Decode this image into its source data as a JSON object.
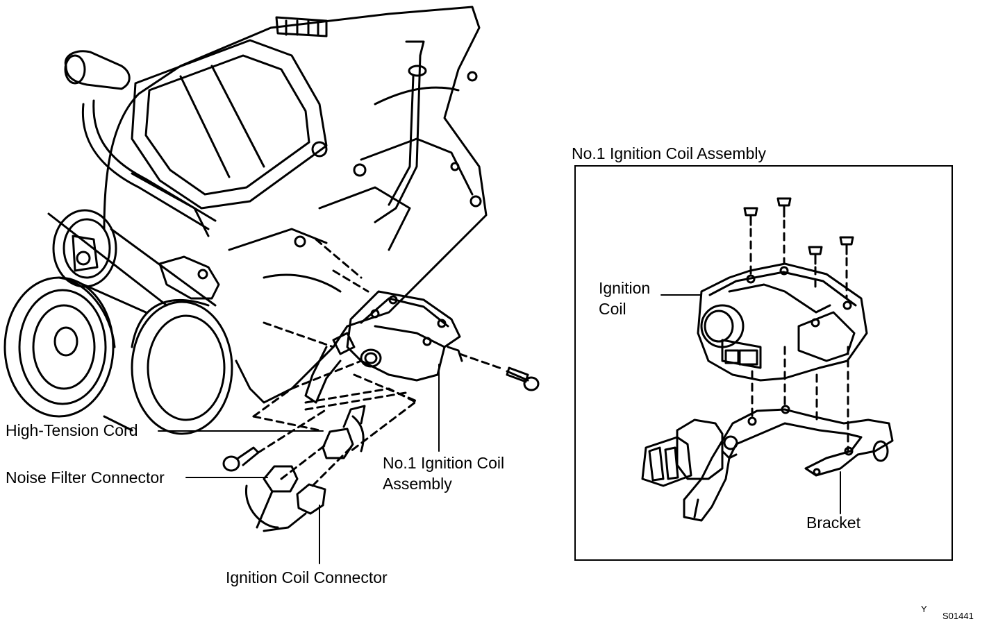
{
  "labels": {
    "high_tension_cord": "High-Tension Cord",
    "noise_filter_connector": "Noise Filter Connector",
    "ignition_coil_connector": "Ignition Coil Connector",
    "coil_assembly_line1": "No.1 Ignition Coil",
    "coil_assembly_line2": "Assembly",
    "inset_title": "No.1 Ignition Coil Assembly",
    "ignition_coil_line1": "Ignition",
    "ignition_coil_line2": "Coil",
    "bracket": "Bracket"
  },
  "footer": {
    "code_letter": "Y",
    "figure_id": "S01441"
  }
}
